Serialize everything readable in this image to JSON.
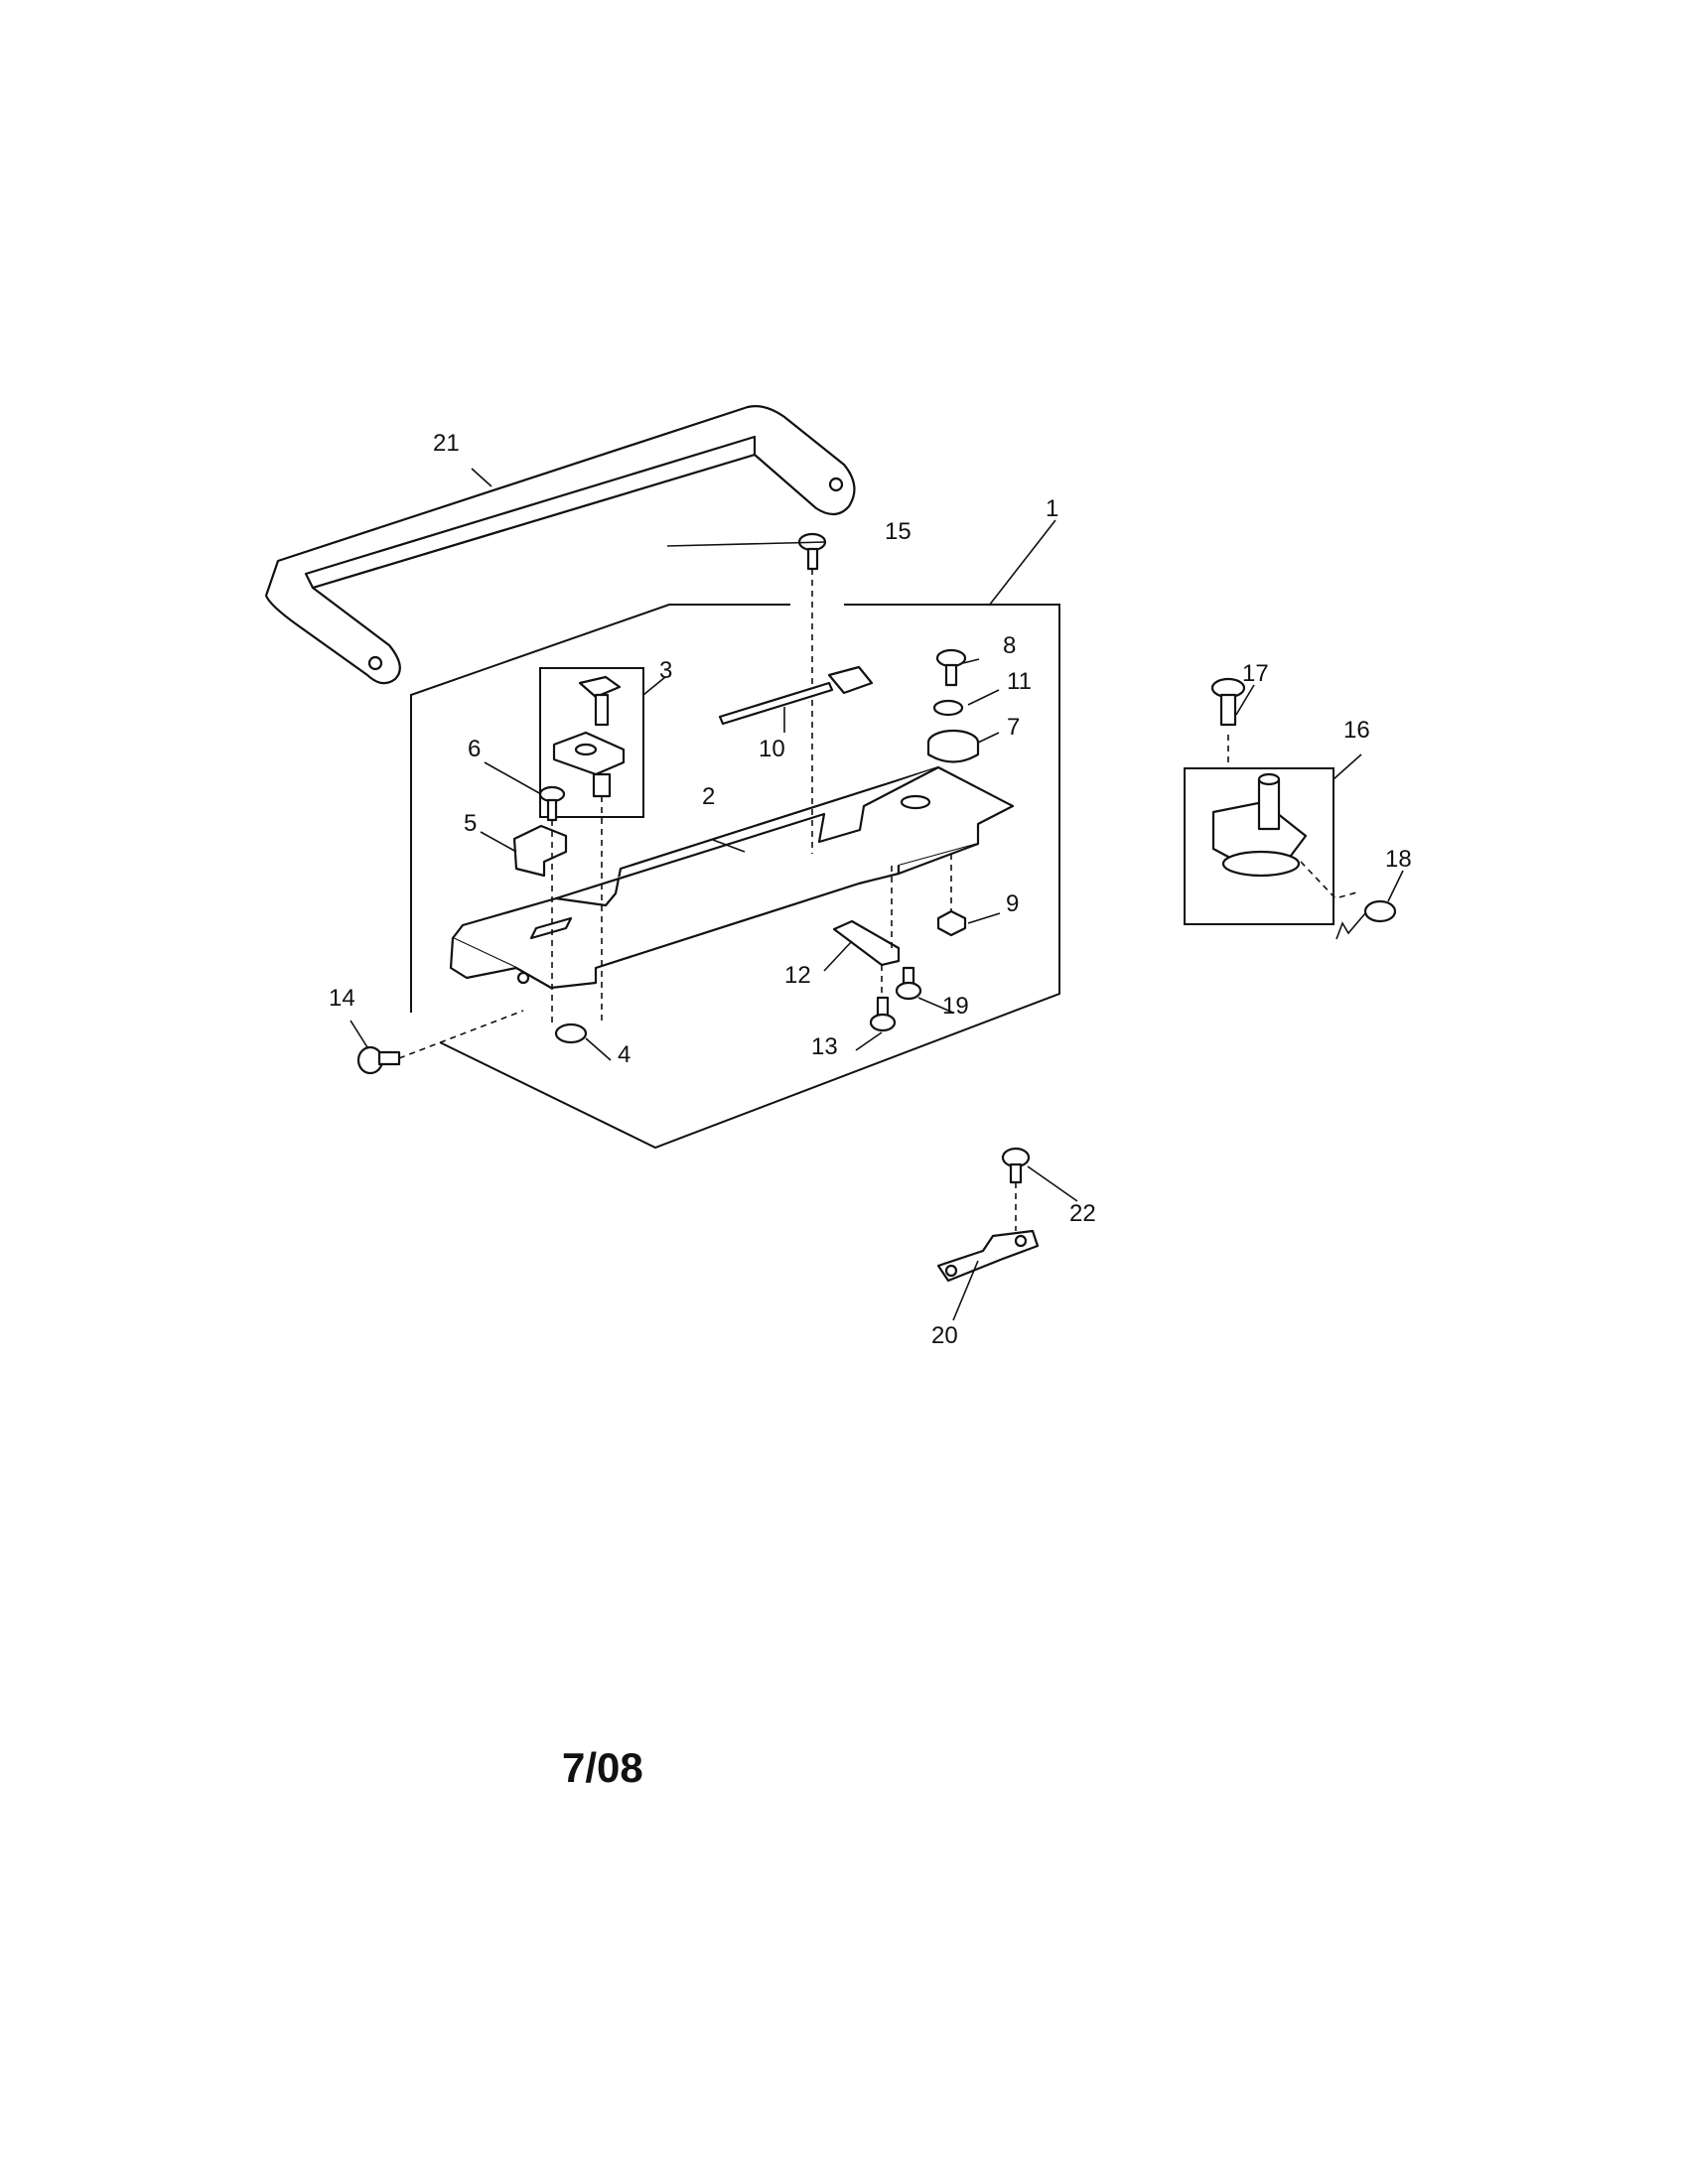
{
  "callouts": [
    "1",
    "2",
    "3",
    "4",
    "5",
    "6",
    "7",
    "8",
    "9",
    "10",
    "11",
    "12",
    "13",
    "14",
    "15",
    "16",
    "17",
    "18",
    "19",
    "20",
    "21",
    "22"
  ],
  "footer": {
    "date": "7/08"
  }
}
